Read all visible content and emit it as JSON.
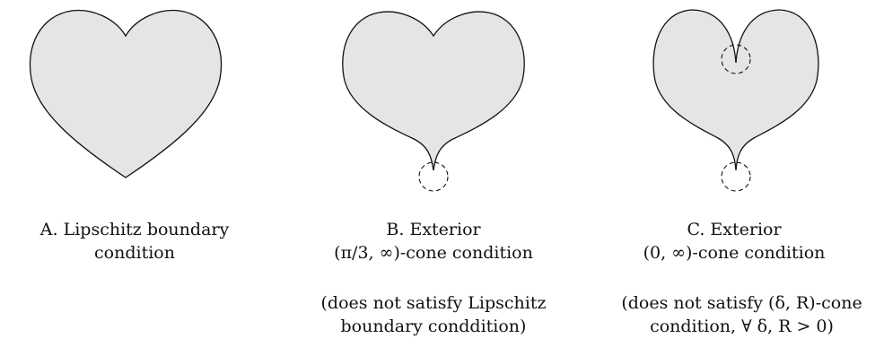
{
  "colors": {
    "shape_fill": "#e5e5e5",
    "stroke": "#111111",
    "background": "#ffffff"
  },
  "panels": [
    {
      "id": "A",
      "caption_lines": [
        "A. Lipschitz boundary",
        "condition"
      ],
      "note_lines": []
    },
    {
      "id": "B",
      "caption_lines": [
        "B. Exterior",
        "(π/3, ∞)-cone condition"
      ],
      "note_lines": [
        "(does not satisfy Lipschitz",
        "boundary conddition)"
      ]
    },
    {
      "id": "C",
      "caption_lines": [
        "C. Exterior",
        "(0, ∞)-cone condition"
      ],
      "note_lines": [
        "(does not satisfy (δ, R)-cone",
        "condition, ∀ δ, R > 0)"
      ]
    }
  ]
}
